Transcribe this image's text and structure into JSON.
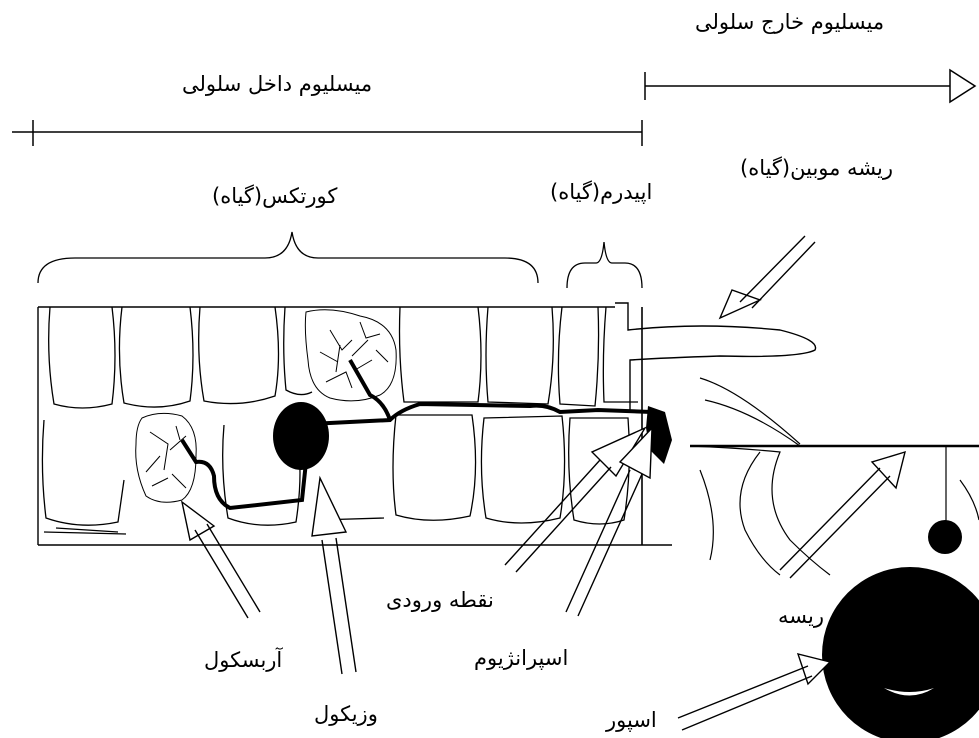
{
  "labels": {
    "extraradical_mycelium": "میسلیوم خارج سلولی",
    "intraradical_mycelium": "میسلیوم داخل سلولی",
    "root_hair": "ریشه موبین(گیاه)",
    "cortex": "کورتکس(گیاه)",
    "epidermis": "اپیدرم(گیاه)",
    "entry_point": "نقطه ورودی",
    "hypha": "ریسه",
    "arbuscule": "آربسکول",
    "sporangium": "اسپرانژیوم",
    "vesicle": "وزیکول",
    "spore": "اسپور"
  },
  "colors": {
    "ink": "#000000",
    "background": "#ffffff"
  }
}
